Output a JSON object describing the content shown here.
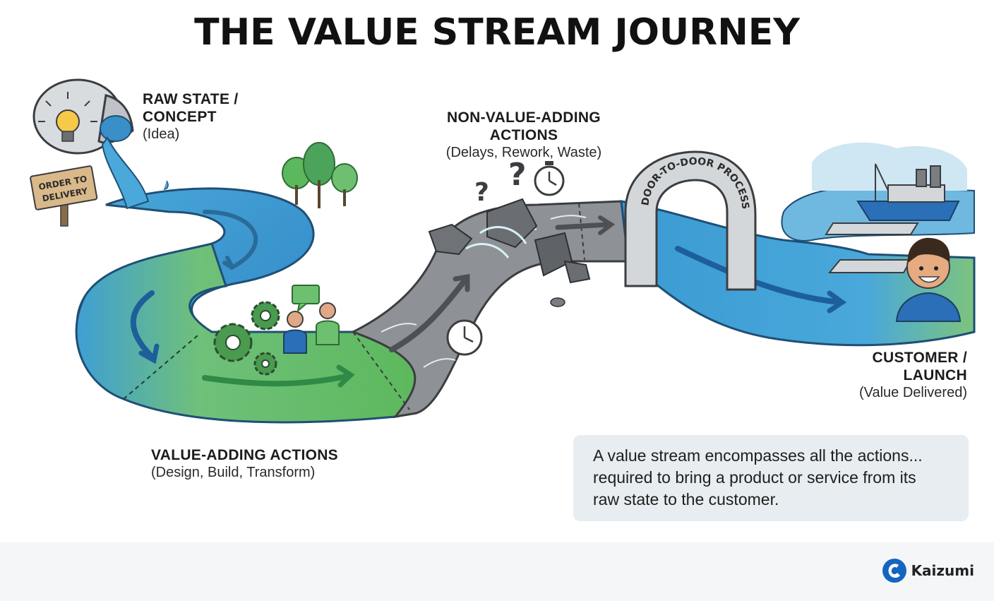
{
  "header": {
    "title": "THE VALUE STREAM JOURNEY"
  },
  "stages": {
    "raw": {
      "title_line1": "RAW STATE /",
      "title_line2": "CONCEPT",
      "subtitle": "(Idea)"
    },
    "non_value": {
      "title": "NON-VALUE-ADDING ACTIONS",
      "subtitle": "(Delays, Rework, Waste)"
    },
    "value": {
      "title": "VALUE-ADDING ACTIONS",
      "subtitle": "(Design, Build, Transform)"
    },
    "customer": {
      "title_line1": "CUSTOMER /",
      "title_line2": "LAUNCH",
      "subtitle": "(Value Delivered)"
    }
  },
  "sign": {
    "line1": "ORDER TO",
    "line2": "DELIVERY"
  },
  "gate": {
    "text": "DOOR-TO-DOOR PROCESS"
  },
  "info": {
    "line1": "A value stream encompasses all the actions...",
    "line2": "required to bring a product or service from its",
    "line3": "raw state to the customer."
  },
  "icons": [
    "lightbulb-icon",
    "gear-icon",
    "clock-icon",
    "question-mark-icon",
    "stopwatch-icon",
    "ship-icon",
    "customer-avatar-icon",
    "speech-bubble-icon"
  ],
  "footer": {
    "brand": "Kaizumi"
  },
  "colors": {
    "water": "#3f9fd4",
    "green": "#5cb85c",
    "waste": "#8a8d92",
    "accent": "#1565c0"
  }
}
